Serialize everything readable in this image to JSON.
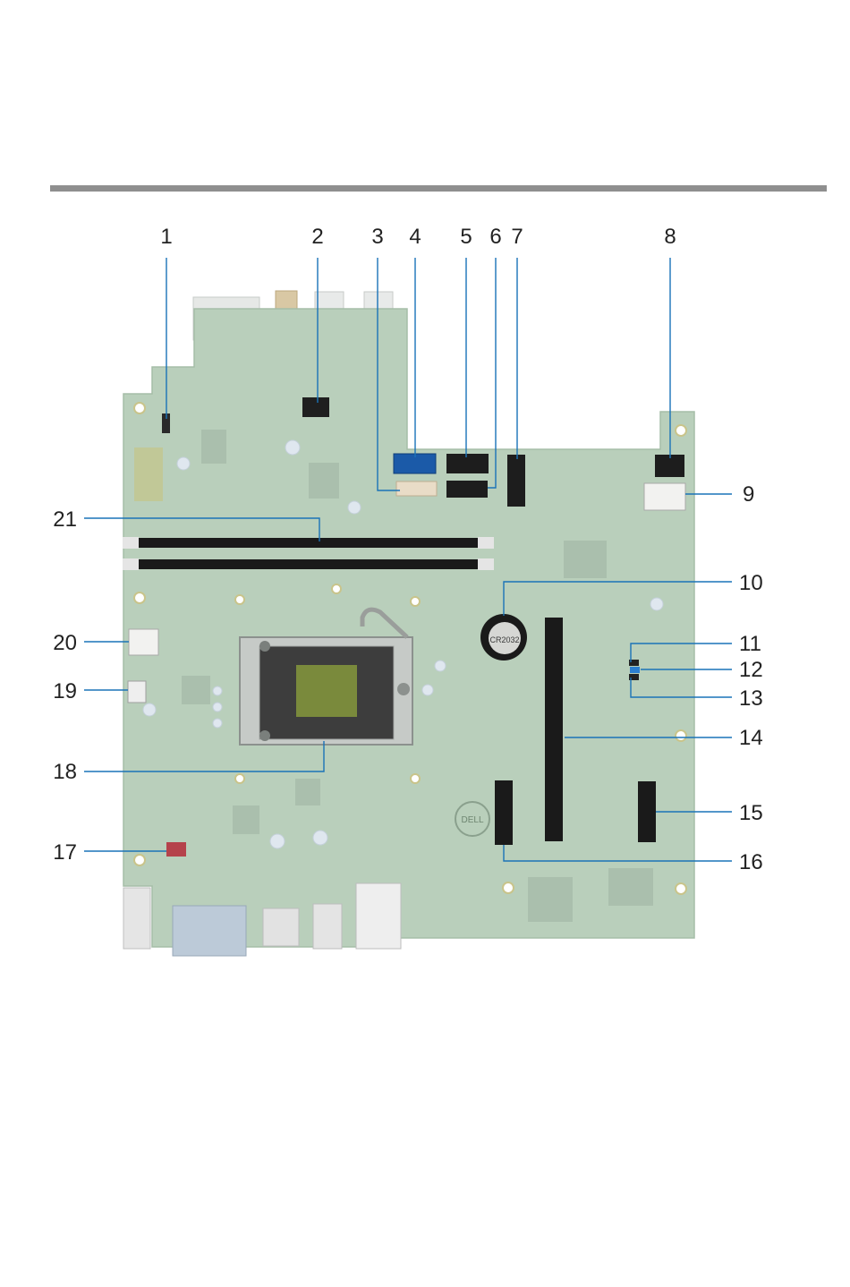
{
  "page": {
    "rule_color": "#8f8f8f"
  },
  "board": {
    "pcb_color": "#b9cfbb",
    "brand_logo": "DELL",
    "battery_marking": "CR2032"
  },
  "callouts": [
    {
      "id": "1",
      "label": "1"
    },
    {
      "id": "2",
      "label": "2"
    },
    {
      "id": "3",
      "label": "3"
    },
    {
      "id": "4",
      "label": "4"
    },
    {
      "id": "5",
      "label": "5"
    },
    {
      "id": "6",
      "label": "6"
    },
    {
      "id": "7",
      "label": "7"
    },
    {
      "id": "8",
      "label": "8"
    },
    {
      "id": "9",
      "label": "9"
    },
    {
      "id": "10",
      "label": "10"
    },
    {
      "id": "11",
      "label": "11"
    },
    {
      "id": "12",
      "label": "12"
    },
    {
      "id": "13",
      "label": "13"
    },
    {
      "id": "14",
      "label": "14"
    },
    {
      "id": "15",
      "label": "15"
    },
    {
      "id": "16",
      "label": "16"
    },
    {
      "id": "17",
      "label": "17"
    },
    {
      "id": "18",
      "label": "18"
    },
    {
      "id": "19",
      "label": "19"
    },
    {
      "id": "20",
      "label": "20"
    },
    {
      "id": "21",
      "label": "21"
    }
  ]
}
